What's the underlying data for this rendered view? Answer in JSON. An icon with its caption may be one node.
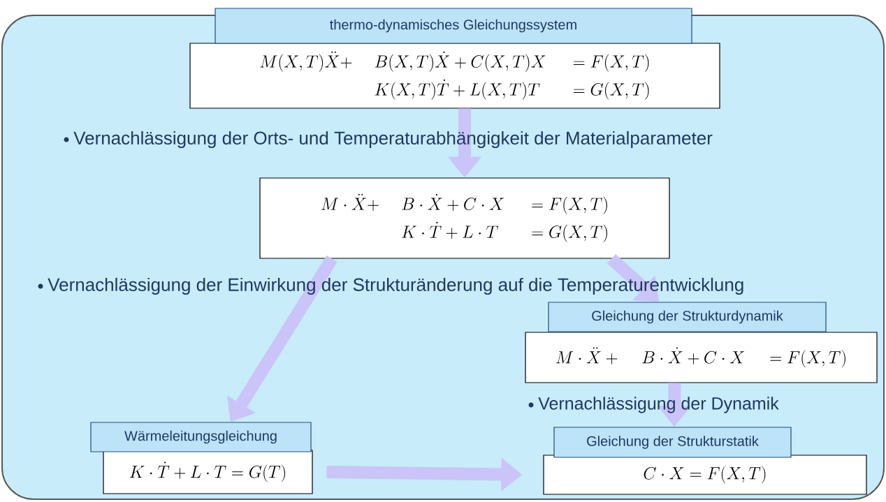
{
  "diagram": {
    "nodes": [
      {
        "text": [
          "thermo-dynamisches Gleichungssystem",
          "\\begin{array}{@{}l@{\\quad}l@{\\quad}l@{}} M(X,T)\\ddot{X}+ & B(X,T)\\dot{X}+C(X,T)X & {}=F(X,T)\\\\ & K(X,T)\\dot{T}+L(X,T)T & {}=G(X,T)\\end{array}"
        ]
      },
      {
        "text": [
          "\\begin{array}{@{}l@{\\quad}l@{\\quad}l@{}} M\\cdot\\ddot{X}+ & B\\cdot\\dot{X}+C\\cdot X & {}=F(X,T)\\\\ & K\\cdot\\dot{T}+L\\cdot T & {}=G(X,T)\\end{array}"
        ]
      },
      {
        "text": [
          "Gleichung der Strukturdynamik",
          "M\\cdot\\ddot{X}+\\quad B\\cdot\\dot{X}+C\\cdot X\\quad =F(X,T)"
        ]
      },
      {
        "text": [
          "Wärmeleitungsgleichung",
          "K\\cdot\\dot{T}+L\\cdot T=G(T)"
        ]
      },
      {
        "text": [
          "Gleichung der Strukturstatik",
          "C\\cdot X=F(X,T)"
        ]
      }
    ],
    "edges": [
      {
        "from": 0,
        "to": 1,
        "arrow": "to"
      },
      {
        "from": 1,
        "to": 3,
        "arrow": "to"
      },
      {
        "from": 1,
        "to": 2,
        "arrow": "to"
      },
      {
        "from": 2,
        "to": 4,
        "arrow": "to"
      },
      {
        "from": 3,
        "to": 4,
        "arrow": "to"
      }
    ],
    "labels": [
      "Vernachlässigung der Orts- und Temperaturabhängigkeit der Materialparameter",
      "Vernachlässigung der Einwirkung der Strukturänderung auf die Temperaturentwicklung",
      "Vernachlässigung der Dynamik"
    ]
  }
}
